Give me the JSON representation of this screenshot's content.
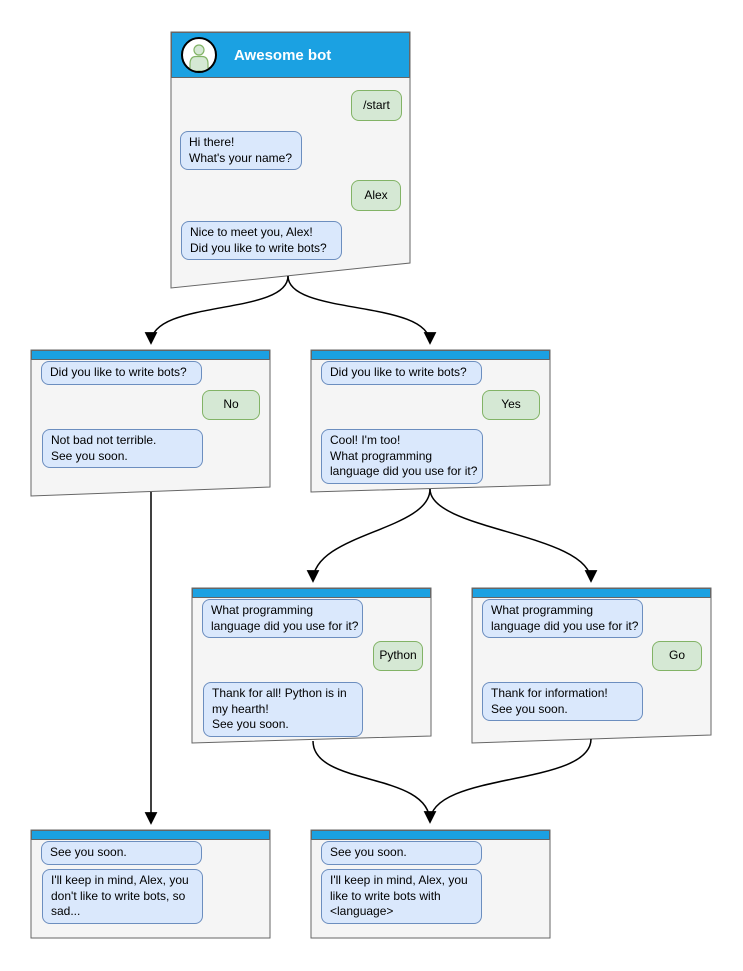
{
  "diagram": {
    "colors": {
      "header_blue": "#1BA1E2",
      "window_fill": "#F5F5F5",
      "window_border": "#666666",
      "bot_bubble_fill": "#DAE8FC",
      "bot_bubble_border": "#6C8EBF",
      "user_bubble_fill": "#D5E8D4",
      "user_bubble_border": "#82B366",
      "connector_color": "#000000"
    },
    "root": {
      "title": "Awesome bot",
      "avatar_icon": "person-icon",
      "user_start": "/start",
      "bot_greeting": "Hi there!\nWhat's your name?",
      "user_name": "Alex",
      "bot_question": "Nice to meet you, Alex!\nDid you like to write bots?"
    },
    "no_branch": {
      "bot_echo": "Did you like to write bots?",
      "user_answer": "No",
      "bot_reply": "Not bad not terrible.\nSee you soon."
    },
    "yes_branch": {
      "bot_echo": "Did you like to write bots?",
      "user_answer": "Yes",
      "bot_reply": "Cool! I'm too!\nWhat programming\nlanguage did you use for it?"
    },
    "python_branch": {
      "bot_echo": "What programming\nlanguage did you use for it?",
      "user_answer": "Python",
      "bot_reply": "Thank for all! Python is in\nmy hearth!\nSee you soon."
    },
    "go_branch": {
      "bot_echo": "What programming\nlanguage did you use for it?",
      "user_answer": "Go",
      "bot_reply": "Thank for information!\nSee you soon."
    },
    "end_no": {
      "bot_echo": "See you soon.",
      "bot_reply": "I'll keep in mind, Alex, you\ndon't like to write bots, so\nsad..."
    },
    "end_yes": {
      "bot_echo": "See you soon.",
      "bot_reply": "I'll keep in mind, Alex, you\nlike to write bots with\n<language>"
    }
  }
}
